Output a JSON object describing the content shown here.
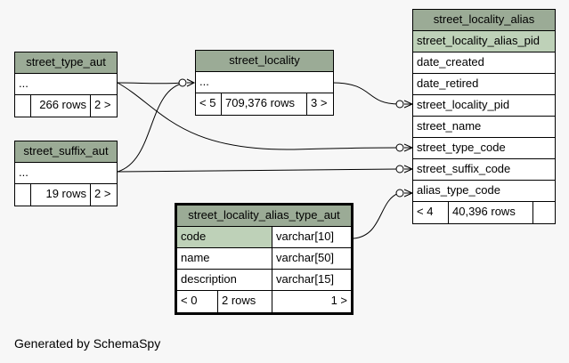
{
  "tables": {
    "street_type_aut": {
      "title": "street_type_aut",
      "columns": [
        "..."
      ],
      "stats": [
        "",
        "266 rows",
        "2 >"
      ]
    },
    "street_suffix_aut": {
      "title": "street_suffix_aut",
      "columns": [
        "..."
      ],
      "stats": [
        "",
        "19 rows",
        "2 >"
      ]
    },
    "street_locality": {
      "title": "street_locality",
      "columns": [
        "..."
      ],
      "stats": [
        "< 5",
        "709,376 rows",
        "3 >"
      ]
    },
    "street_locality_alias": {
      "title": "street_locality_alias",
      "columns": [
        "street_locality_alias_pid",
        "date_created",
        "date_retired",
        "street_locality_pid",
        "street_name",
        "street_type_code",
        "street_suffix_code",
        "alias_type_code"
      ],
      "stats": [
        "< 4",
        "40,396 rows",
        ""
      ]
    },
    "street_locality_alias_type_aut": {
      "title": "street_locality_alias_type_aut",
      "columns": [
        {
          "name": "code",
          "type": "varchar[10]"
        },
        {
          "name": "name",
          "type": "varchar[50]"
        },
        {
          "name": "description",
          "type": "varchar[15]"
        }
      ],
      "stats": [
        "< 0",
        "2 rows",
        "1 >"
      ]
    }
  },
  "footer": "Generated by SchemaSpy"
}
